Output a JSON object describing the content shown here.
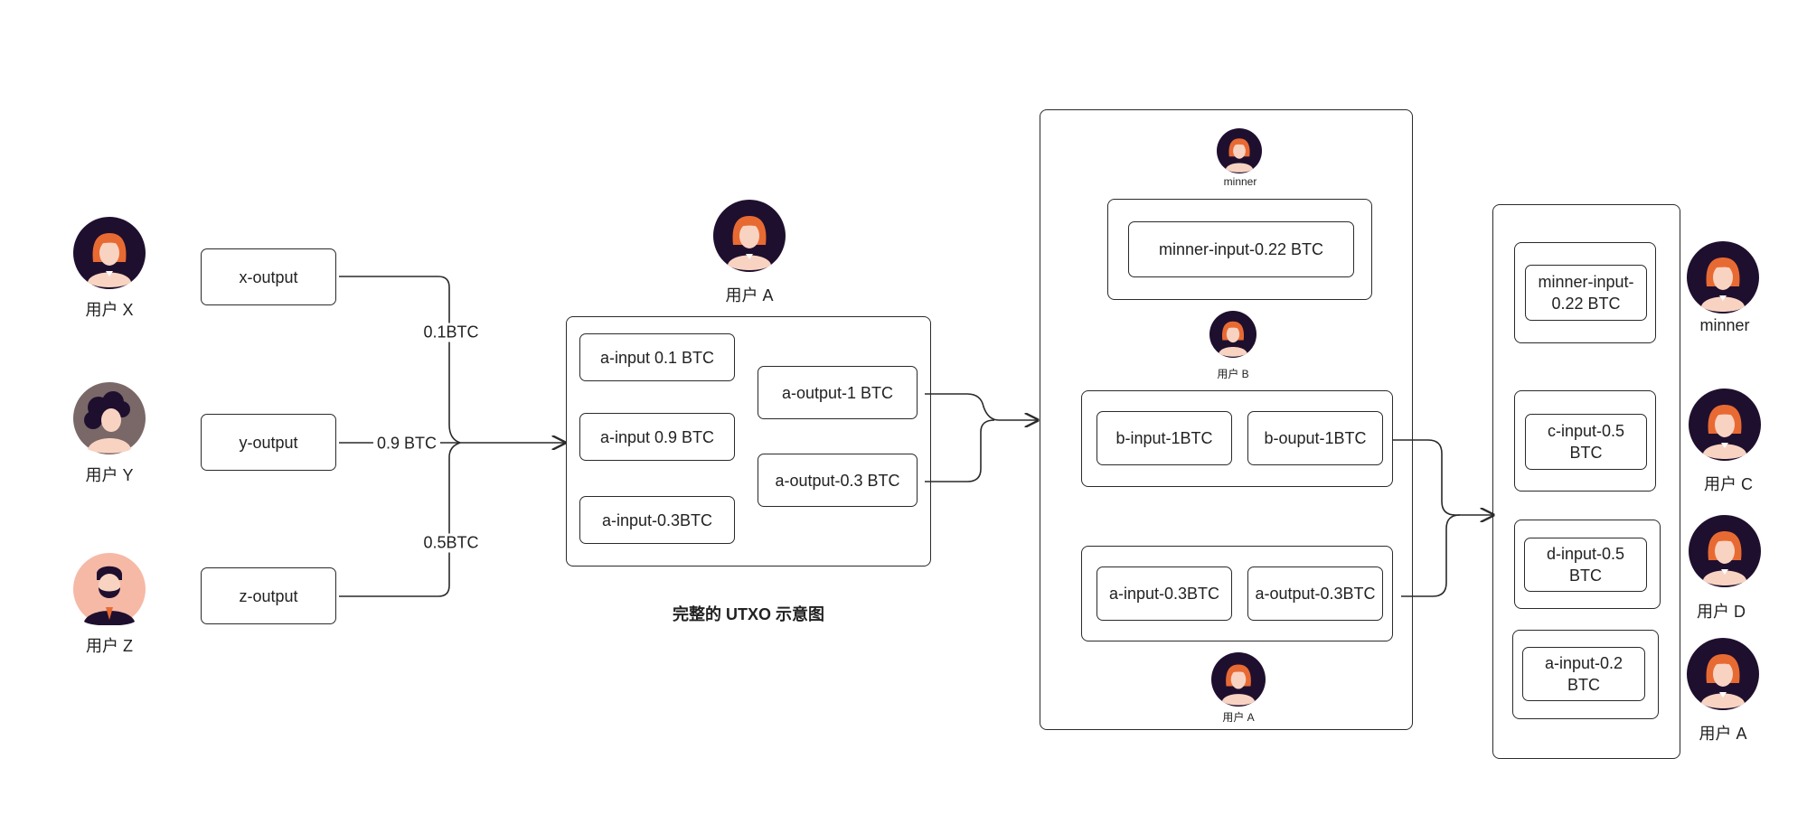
{
  "users": {
    "x": "用户 X",
    "y": "用户 Y",
    "z": "用户 Z",
    "a": "用户 A",
    "panel_minner": "minner",
    "panel_b": "用户 B",
    "panel_a": "用户 A",
    "right_minner": "minner",
    "right_c": "用户 C",
    "right_d": "用户 D",
    "right_a": "用户 A"
  },
  "outputs": {
    "x": "x-output",
    "y": "y-output",
    "z": "z-output"
  },
  "edges": {
    "x": "0.1BTC",
    "y": "0.9 BTC",
    "z": "0.5BTC"
  },
  "tx_a": {
    "inputs": [
      "a-input 0.1 BTC",
      "a-input 0.9 BTC",
      "a-input-0.3BTC"
    ],
    "outputs": [
      "a-output-1 BTC",
      "a-output-0.3 BTC"
    ]
  },
  "caption": "完整的 UTXO 示意图",
  "block": {
    "minner_input": "minner-input-0.22 BTC",
    "b_input": "b-input-1BTC",
    "b_output": "b-ouput-1BTC",
    "a_input": "a-input-0.3BTC",
    "a_output": "a-output-0.3BTC"
  },
  "right_inputs": {
    "minner": "minner-input-0.22 BTC",
    "c": "c-input-0.5 BTC",
    "d": "d-input-0.5 BTC",
    "a": "a-input-0.2 BTC"
  },
  "colors": {
    "avatar_bg": "#1f0f2e",
    "hair": "#e86a33",
    "skin": "#f9d3c2",
    "avatar_bg_y": "#7a6868",
    "avatar_bg_z": "#f6b9a6",
    "stroke": "#2a2a2a"
  },
  "icons": [
    "woman-avatar-icon",
    "curly-woman-avatar-icon",
    "bearded-man-avatar-icon"
  ]
}
